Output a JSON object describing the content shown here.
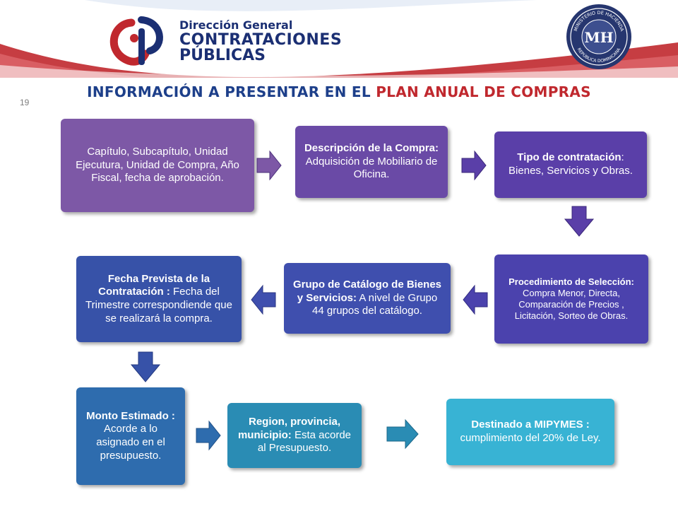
{
  "header": {
    "logo_line1": "Dirección General",
    "logo_line2": "CONTRATACIONES",
    "logo_line3": "PÚBLICAS",
    "seal_top": "MINISTERIO DE HACIENDA",
    "seal_initials": "MH",
    "seal_bottom": "REPÚBLICA DOMINICANA"
  },
  "title": {
    "part1": "Información a presentar en el",
    "part2": "Plan Anual de Compras"
  },
  "slide_number": "19",
  "colors": {
    "purple": "#7d58a6",
    "indigo": "#5a3fa8",
    "blue": "#3752a8",
    "teal": "#2a8cb4",
    "cyan": "#38b3d4",
    "red": "#c0282e",
    "navy": "#1b2f73"
  },
  "steps": [
    {
      "bold": "",
      "text": "Capítulo, Subcapítulo, Unidad Ejecutura, Unidad de Compra, Año Fiscal, fecha de aprobación."
    },
    {
      "bold": "Descripción de la Compra:",
      "text": " Adquisición de Mobiliario de Oficina."
    },
    {
      "bold": "Tipo de contratación",
      "text": ": Bienes, Servicios y Obras."
    },
    {
      "bold": "Procedimiento de Selección:",
      "text": " Compra Menor, Directa, Comparación de Precios , Licitación, Sorteo de Obras."
    },
    {
      "bold": "Grupo de Catálogo de Bienes y Servicios:",
      "text": " A nivel de Grupo 44 grupos del catálogo."
    },
    {
      "bold": "Fecha Prevista de la Contratación :",
      "text": " Fecha del Trimestre correspondiende que se realizará la compra."
    },
    {
      "bold": "Monto Estimado :",
      "text": " Acorde a lo asignado en el presupuesto."
    },
    {
      "bold": "Region, provincia, municipio:",
      "text": " Esta acorde al Presupuesto."
    },
    {
      "bold": "Destinado a MIPYMES :",
      "text": " cumplimiento del 20% de Ley."
    }
  ]
}
